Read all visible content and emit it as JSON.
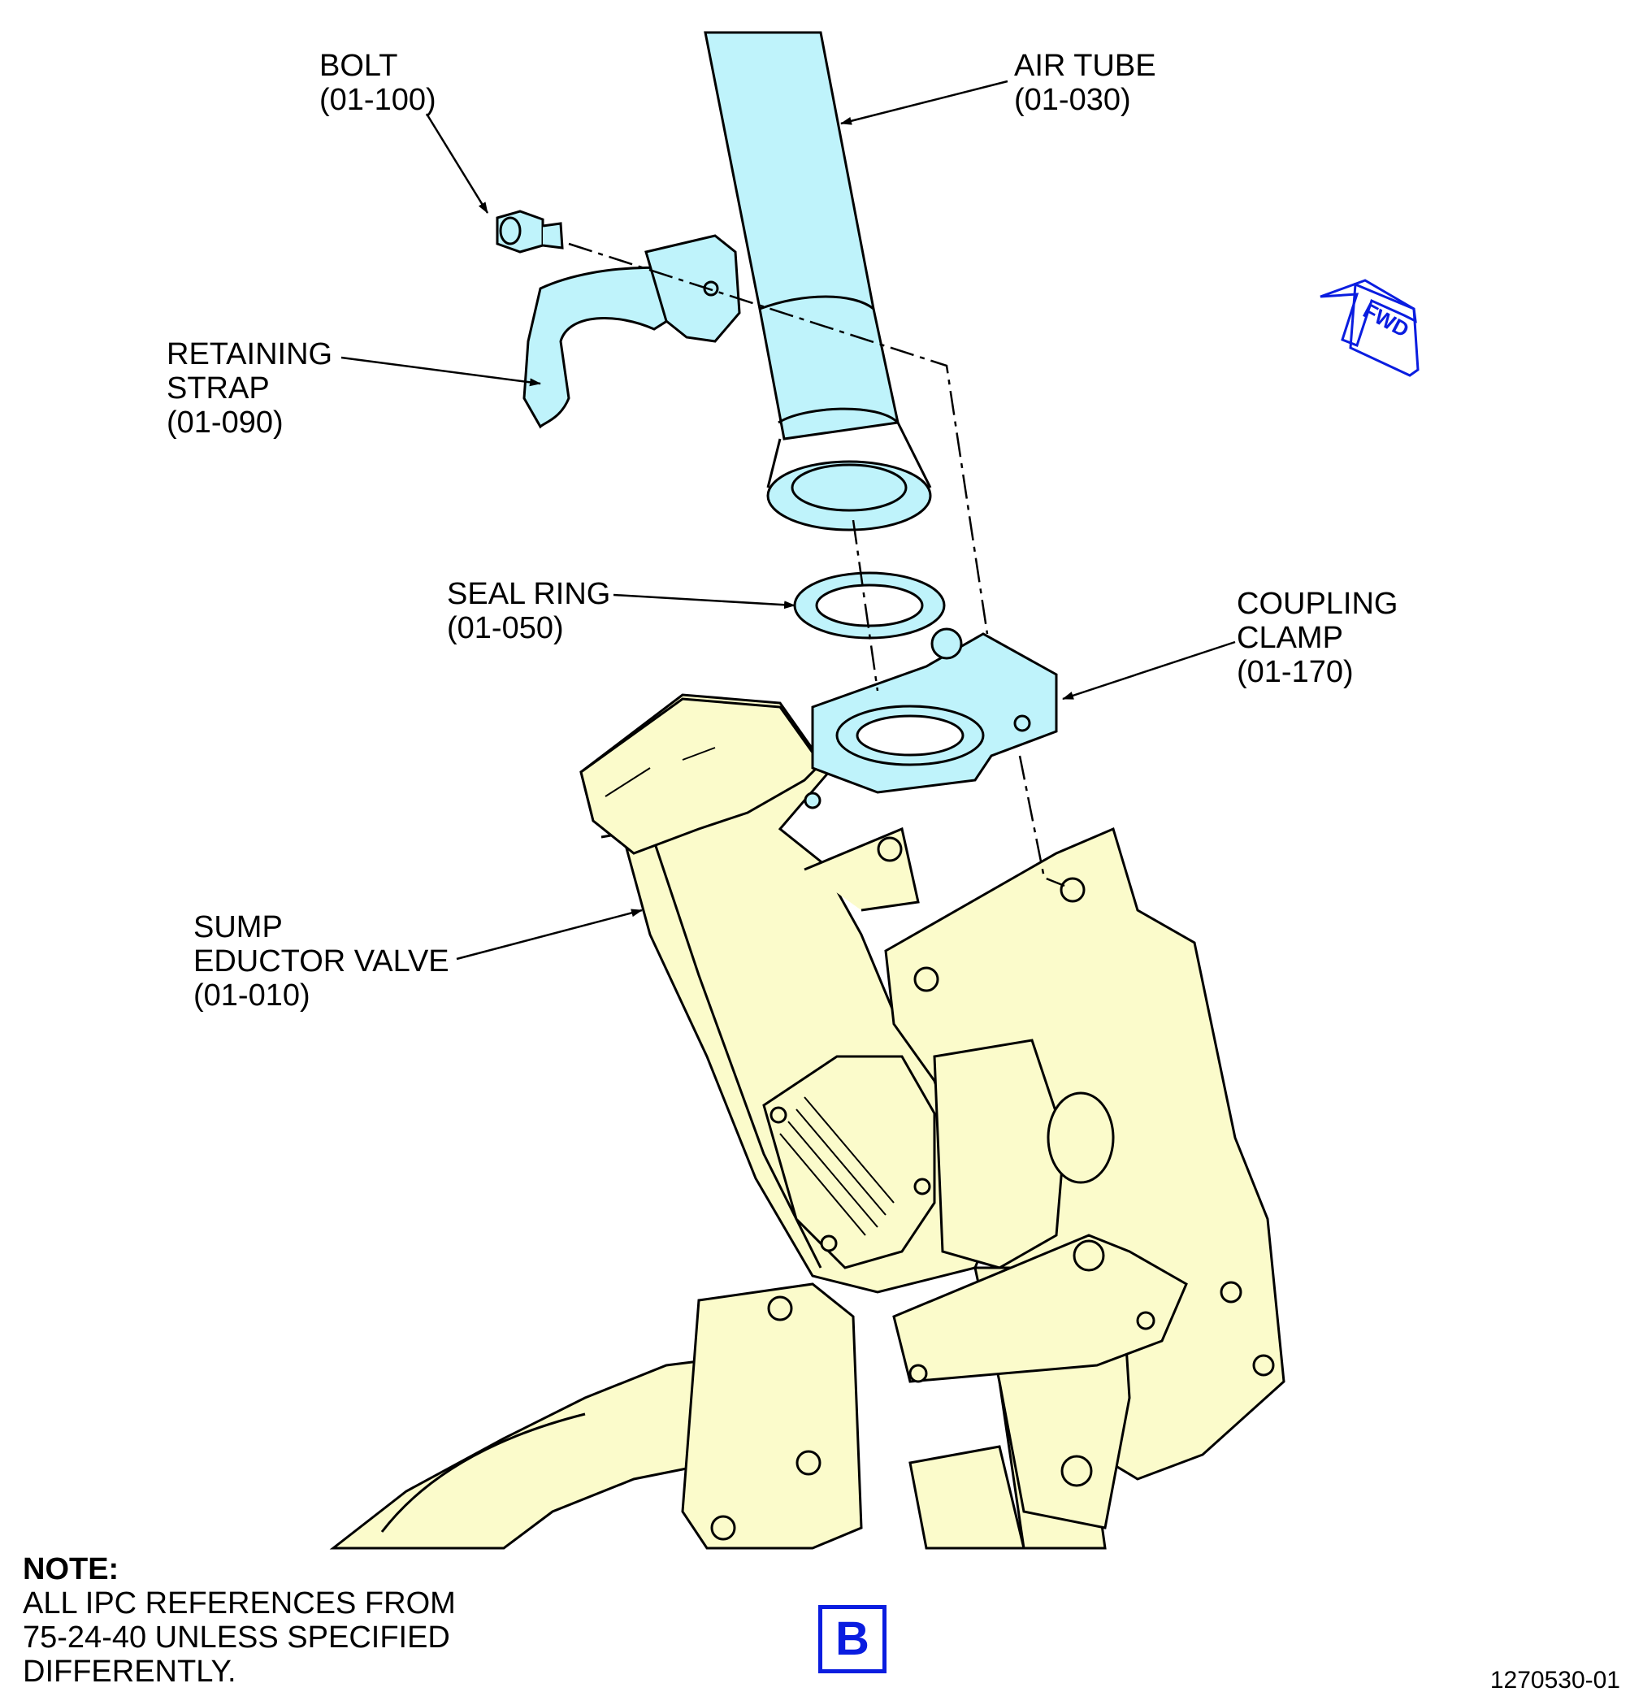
{
  "callouts": {
    "bolt": "BOLT\n(01-100)",
    "air_tube": "AIR TUBE\n(01-030)",
    "retaining_strap": "RETAINING\nSTRAP\n(01-090)",
    "seal_ring": "SEAL RING\n(01-050)",
    "coupling_clamp": "COUPLING\nCLAMP\n(01-170)",
    "sump_eductor_valve": "SUMP\nEDUCTOR VALVE\n(01-010)"
  },
  "orientation": {
    "label": "FWD",
    "color": "#0a1de0"
  },
  "note": {
    "title": "NOTE:",
    "text": "ALL IPC REFERENCES FROM\n75-24-40 UNLESS SPECIFIED\nDIFFERENTLY."
  },
  "view_label": "B",
  "figure_number": "1270530-01",
  "colors": {
    "tube_fill": "#bff3fb",
    "valve_fill": "#fbfbcb",
    "view_border": "#0a1de0",
    "line": "#000000"
  },
  "icons": [
    "fwd-arrow-icon"
  ]
}
